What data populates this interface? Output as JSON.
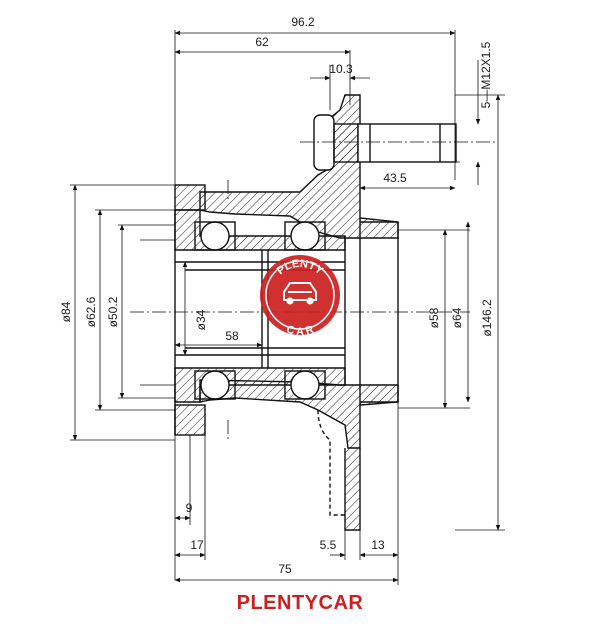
{
  "dimensions": {
    "overall_length": "96.2",
    "flange_to_stud": "62",
    "stud_offset": "10.3",
    "thread_spec": "5—M12X1.5",
    "stud_length": "43.5",
    "pcd": "ø146.2",
    "outer_ring_dia": "ø84",
    "dia_62_6": "ø62.6",
    "dia_50_2": "ø50.2",
    "bore_dia": "ø34",
    "bearing_width": "58",
    "pilot_dia_58": "ø58",
    "pilot_dia_64": "ø64",
    "offset_9": "9",
    "offset_17": "17",
    "offset_5_5": "5.5",
    "offset_13": "13",
    "width_75": "75"
  },
  "logo": {
    "top_text": "PLENTY",
    "bottom_text": "CAR",
    "color": "#cc1f1f"
  },
  "caption": "PLENTYCAR"
}
